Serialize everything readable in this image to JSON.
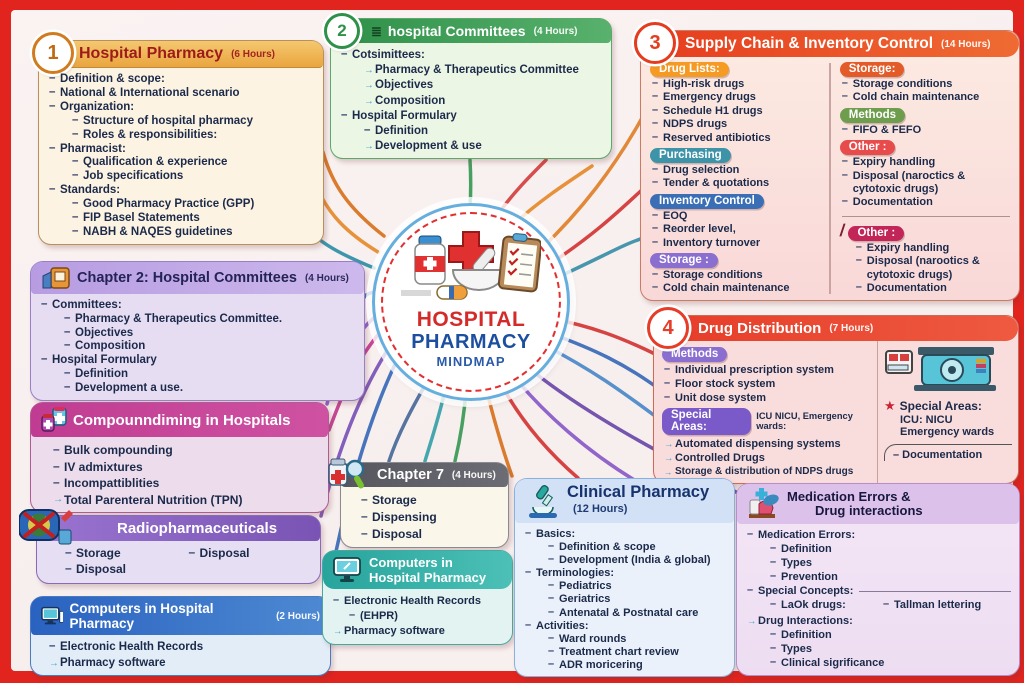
{
  "center": {
    "line1": "HOSPITAL",
    "line2": "PHARMACY",
    "line3": "MINDMAP"
  },
  "icons": {
    "slash": "/",
    "stamp": "★",
    "committee": "≣"
  },
  "palette": {
    "frame": "#e2241f",
    "accent_red": "#e63c1e",
    "accent_green": "#2e9049",
    "accent_orange": "#eaa53e",
    "accent_purple": "#8a5ac8",
    "accent_blue": "#2a62c0",
    "accent_teal": "#27a49c",
    "accent_magenta": "#c03c92"
  },
  "boxes": {
    "b1": {
      "number": "1",
      "title": "Hospital Pharmacy",
      "hours": "(6 Hours)",
      "items": [
        "Definition & scope:",
        "National & International scenario",
        "Organization:",
        "Structure of hospital pharmacy",
        "Roles & responsibilities:",
        "Pharmacist:",
        "Qualification & experience",
        "Job specifications",
        "Standards:",
        "Good Pharmacy Practice (GPP)",
        "FIP Basel Statements",
        "NABH & NAQES guidetines"
      ]
    },
    "b2": {
      "number": "2",
      "title": "hospital Committees",
      "hours": "(4 Hours)",
      "items": [
        "Cotsimittees:",
        "Pharmacy & Therapeutics Committee",
        "Objectives",
        "Composition",
        "Hospital Formulary",
        "Definition",
        "Development & use"
      ]
    },
    "b3": {
      "number": "3",
      "title": "Supply Chain & Inventory Control",
      "hours": "(14 Hours)",
      "left": [
        {
          "badge": "Drug Lists:",
          "color": "#f59a23",
          "items": [
            "High-risk drugs",
            "Emergency drugs",
            "Schedule H1 drugs",
            "NDPS drugs",
            "Reserved antibiotics"
          ]
        },
        {
          "badge": "Purchasing",
          "color": "#3d93a8",
          "items": [
            "Drug selection",
            "Tender & quotations"
          ]
        },
        {
          "badge": "Inventory Control",
          "color": "#3a6fb5",
          "items": [
            "EOQ",
            "Reorder level,",
            "Inventory turnover"
          ]
        },
        {
          "badge": "Storage :",
          "color": "#8a6fd0",
          "items": [
            "Storage conditions",
            "Cold chain maintenance"
          ]
        }
      ],
      "right": [
        {
          "badge": "Storage:",
          "color": "#e25b28",
          "items": [
            "Storage conditions",
            "Cold chain maintenance"
          ]
        },
        {
          "badge": "Methods",
          "color": "#6d9d4d",
          "items": [
            "FIFO & FEFO"
          ]
        },
        {
          "badge": "Other :",
          "color": "#e84b4b",
          "items": [
            "Expiry handling",
            "Disposal (naroctics & cytotoxic drugs)",
            "Documentation"
          ]
        },
        {
          "badge": "Other :",
          "color": "#c22558",
          "items": [
            "Expiry handling",
            "Disposal (narootics & cytotoxic drugs)",
            "Documentation"
          ]
        }
      ]
    },
    "b4": {
      "number": "4",
      "title": "Drug Distribution",
      "hours": "(7 Hours)",
      "methods_badge": "Methods",
      "methods_color": "#8a6fd0",
      "methods": [
        "Individual prescription system",
        "Floor stock system",
        "Unit dose system"
      ],
      "special_badge": "Special Areas:",
      "special_color": "#7a5ac8",
      "special_note": "ICU NICU, Emergency wards:",
      "special_items": [
        "Automated dispensing systems",
        "Controlled Drugs",
        "Storage & distribution of NDPS drugs"
      ],
      "side_title": "Special Areas:",
      "side_line1": "ICU: NICU",
      "side_line2": "Emergency wards",
      "side_doc": "– Documentation"
    },
    "ch2": {
      "title": "Chapter 2: Hospital Committees",
      "hours": "(4 Hours)",
      "items": [
        "Committees:",
        "Pharmacy & Therapeutics Committee.",
        "Objectives",
        "Composition",
        "Hospital Formulary",
        "Definition",
        "Development a use."
      ]
    },
    "comp": {
      "title": "Compounndiming in Hospitals",
      "items": [
        "Bulk compounding",
        "IV admixtures",
        "Incompattiblities",
        "Total Parenteral Nutrition (TPN)"
      ]
    },
    "radio": {
      "title": "Radiopharmaceuticals",
      "col1": [
        "Storage",
        "Disposal"
      ],
      "col2": [
        "Disposal"
      ]
    },
    "comp1": {
      "title": "Computers in Hospital Pharmacy",
      "hours": "(2 Hours)",
      "items": [
        "Electronic Health Records",
        "Pharmacy software"
      ]
    },
    "ch7": {
      "title": "Chapter 7",
      "hours": "(4 Hours)",
      "items": [
        "Storage",
        "Dispensing",
        "Disposal"
      ]
    },
    "comp2": {
      "title_line1": "Computers in",
      "title_line2": "Hospital Pharmacy",
      "items": [
        "Electronic Health Records",
        "(EHPR)",
        "Pharmacy software"
      ]
    },
    "clin": {
      "title": "Clinical Pharmacy",
      "hours": "(12 Hours)",
      "items": [
        "Basics:",
        "Definition & scope",
        "Development (India & global)",
        "Terminologies:",
        "Pediatrics",
        "Geriatrics",
        "Antenatal & Postnatal care",
        "Activities:",
        "Ward rounds",
        "Treatment chart review",
        "ADR moricering"
      ]
    },
    "med": {
      "title_line1": "Medication Errors &",
      "title_line2": "Drug interactions",
      "items": [
        "Medication Errors:",
        "Definition",
        "Types",
        "Prevention",
        "Special Concepts:",
        "LaOk drugs:",
        "Tallman lettering",
        "Drug Interactions:",
        "Definition",
        "Types",
        "Clinical sigrificance"
      ]
    }
  }
}
